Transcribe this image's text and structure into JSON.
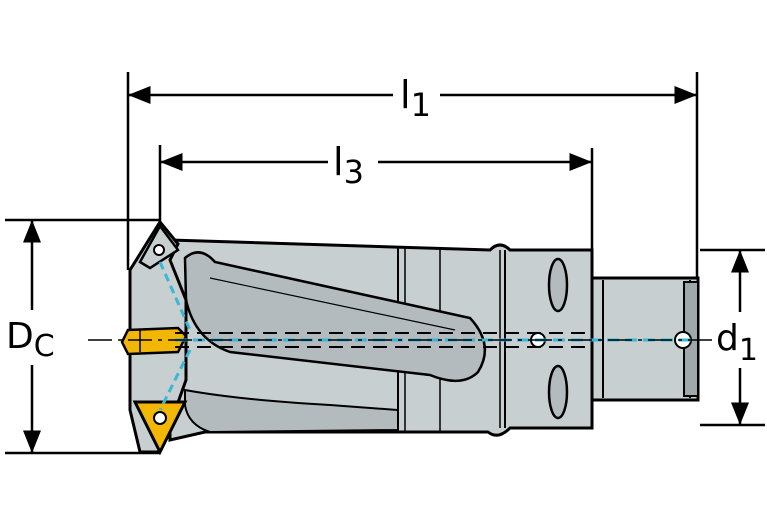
{
  "labels": {
    "l1": {
      "main": "l",
      "sub": "1"
    },
    "l3": {
      "main": "l",
      "sub": "3"
    },
    "dc": {
      "main": "D",
      "sub": "C"
    },
    "d1": {
      "main": "d",
      "sub": "1"
    }
  },
  "colors": {
    "body": "#c8cfd1",
    "body_dark": "#9fa8ab",
    "outline": "#000000",
    "coolant": "#3ab6d6",
    "insert": "#f2b705",
    "shank": "#c8cfd1"
  }
}
